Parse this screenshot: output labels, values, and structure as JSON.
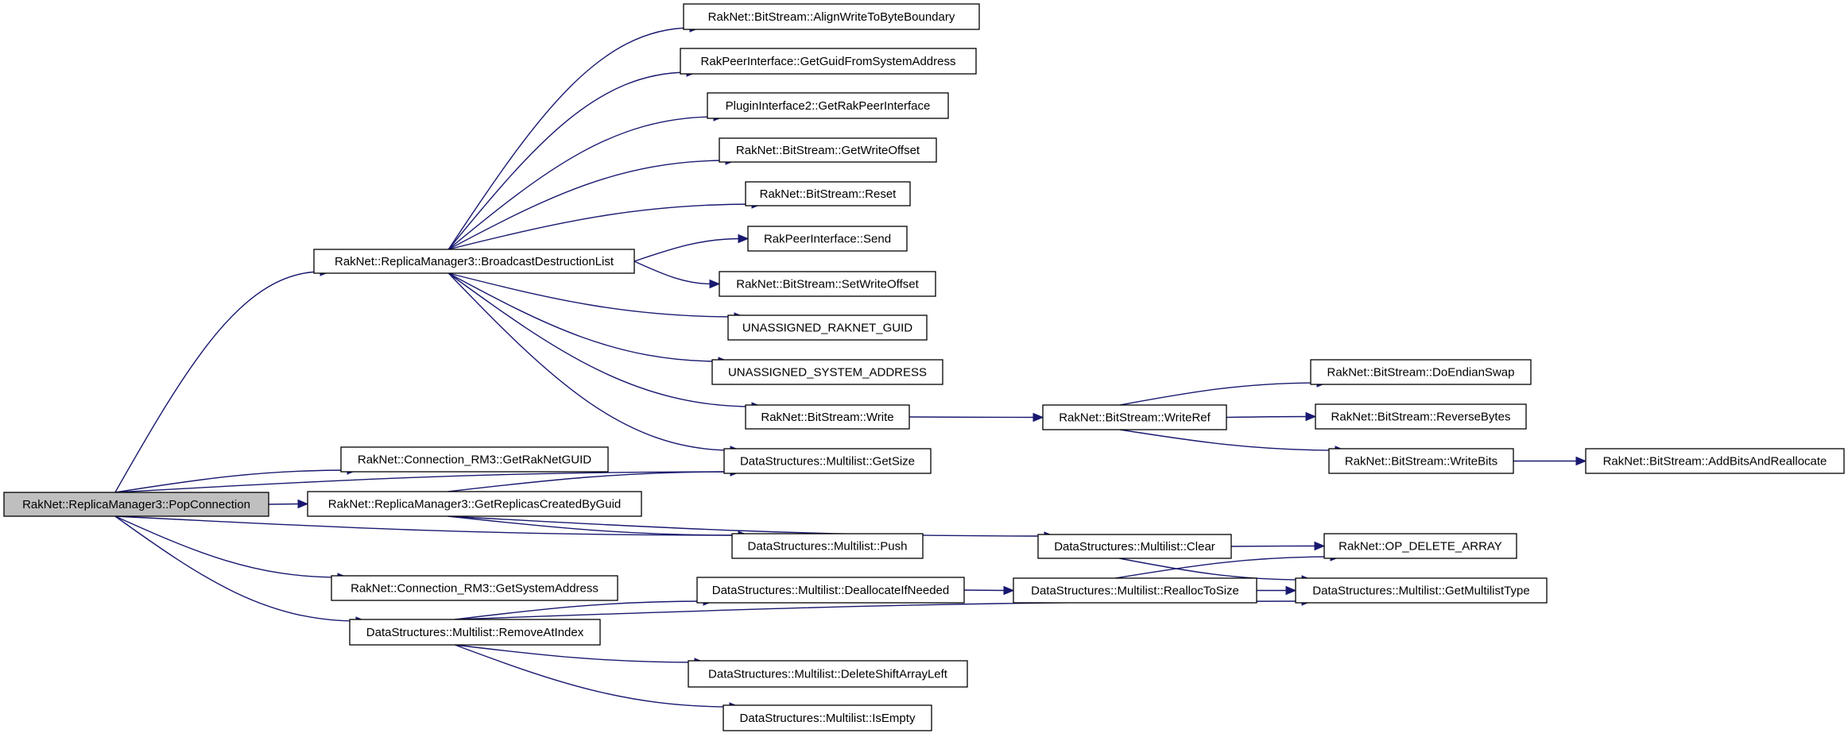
{
  "graph": {
    "type": "call-graph",
    "edge_color": "#191970",
    "root_fill": "#bfbfbf",
    "node_fill": "#ffffff",
    "nodes": [
      {
        "id": "pop",
        "label": "RakNet::ReplicaManager3::PopConnection",
        "root": true
      },
      {
        "id": "broadcast",
        "label": "RakNet::ReplicaManager3::BroadcastDestructionList"
      },
      {
        "id": "getraknetguid",
        "label": "RakNet::Connection_RM3::GetRakNetGUID"
      },
      {
        "id": "getreplicas",
        "label": "RakNet::ReplicaManager3::GetReplicasCreatedByGuid"
      },
      {
        "id": "getsysaddr",
        "label": "RakNet::Connection_RM3::GetSystemAddress"
      },
      {
        "id": "removeat",
        "label": "DataStructures::Multilist::RemoveAtIndex"
      },
      {
        "id": "align",
        "label": "RakNet::BitStream::AlignWriteToByteBoundary"
      },
      {
        "id": "getguid",
        "label": "RakPeerInterface::GetGuidFromSystemAddress"
      },
      {
        "id": "plugin",
        "label": "PluginInterface2::GetRakPeerInterface"
      },
      {
        "id": "getwriteoffset",
        "label": "RakNet::BitStream::GetWriteOffset"
      },
      {
        "id": "reset",
        "label": "RakNet::BitStream::Reset"
      },
      {
        "id": "send",
        "label": "RakPeerInterface::Send"
      },
      {
        "id": "setwriteoffset",
        "label": "RakNet::BitStream::SetWriteOffset"
      },
      {
        "id": "unguid",
        "label": "UNASSIGNED_RAKNET_GUID"
      },
      {
        "id": "unaddr",
        "label": "UNASSIGNED_SYSTEM_ADDRESS"
      },
      {
        "id": "write",
        "label": "RakNet::BitStream::Write"
      },
      {
        "id": "getsize",
        "label": "DataStructures::Multilist::GetSize"
      },
      {
        "id": "push",
        "label": "DataStructures::Multilist::Push"
      },
      {
        "id": "dealloc",
        "label": "DataStructures::Multilist::DeallocateIfNeeded"
      },
      {
        "id": "deleteshift",
        "label": "DataStructures::Multilist::DeleteShiftArrayLeft"
      },
      {
        "id": "isempty",
        "label": "DataStructures::Multilist::IsEmpty"
      },
      {
        "id": "writeref",
        "label": "RakNet::BitStream::WriteRef"
      },
      {
        "id": "clear",
        "label": "DataStructures::Multilist::Clear"
      },
      {
        "id": "realloc",
        "label": "DataStructures::Multilist::ReallocToSize"
      },
      {
        "id": "endian",
        "label": "RakNet::BitStream::DoEndianSwap"
      },
      {
        "id": "reverse",
        "label": "RakNet::BitStream::ReverseBytes"
      },
      {
        "id": "writebits",
        "label": "RakNet::BitStream::WriteBits"
      },
      {
        "id": "opdelete",
        "label": "RakNet::OP_DELETE_ARRAY"
      },
      {
        "id": "getmltype",
        "label": "DataStructures::Multilist::GetMultilistType"
      },
      {
        "id": "addbits",
        "label": "RakNet::BitStream::AddBitsAndReallocate"
      }
    ],
    "edges": [
      [
        "pop",
        "broadcast"
      ],
      [
        "pop",
        "getraknetguid"
      ],
      [
        "pop",
        "getreplicas"
      ],
      [
        "pop",
        "getsize"
      ],
      [
        "pop",
        "push"
      ],
      [
        "pop",
        "getsysaddr"
      ],
      [
        "pop",
        "removeat"
      ],
      [
        "broadcast",
        "align"
      ],
      [
        "broadcast",
        "getguid"
      ],
      [
        "broadcast",
        "plugin"
      ],
      [
        "broadcast",
        "getwriteoffset"
      ],
      [
        "broadcast",
        "reset"
      ],
      [
        "broadcast",
        "send"
      ],
      [
        "broadcast",
        "setwriteoffset"
      ],
      [
        "broadcast",
        "unguid"
      ],
      [
        "broadcast",
        "unaddr"
      ],
      [
        "broadcast",
        "write"
      ],
      [
        "broadcast",
        "getsize"
      ],
      [
        "getreplicas",
        "getsize"
      ],
      [
        "getreplicas",
        "push"
      ],
      [
        "getreplicas",
        "clear"
      ],
      [
        "write",
        "writeref"
      ],
      [
        "writeref",
        "endian"
      ],
      [
        "writeref",
        "reverse"
      ],
      [
        "writeref",
        "writebits"
      ],
      [
        "writebits",
        "addbits"
      ],
      [
        "clear",
        "opdelete"
      ],
      [
        "clear",
        "getmltype"
      ],
      [
        "removeat",
        "dealloc"
      ],
      [
        "removeat",
        "getmltype"
      ],
      [
        "removeat",
        "deleteshift"
      ],
      [
        "removeat",
        "isempty"
      ],
      [
        "dealloc",
        "realloc"
      ],
      [
        "realloc",
        "opdelete"
      ],
      [
        "realloc",
        "getmltype"
      ]
    ]
  }
}
